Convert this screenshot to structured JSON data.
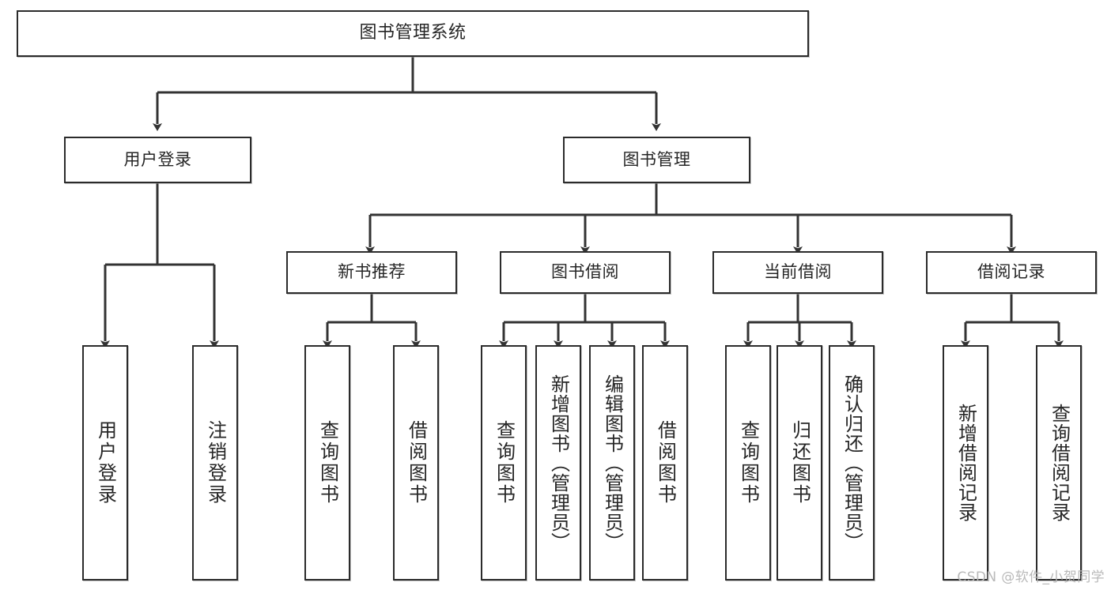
{
  "diagram": {
    "title": "图书管理系统",
    "type": "hierarchy-tree",
    "watermark": "CSDN @软件_小贺同学",
    "colors": {
      "box_border": "#2b2b2b",
      "box_fill": "#ffffff",
      "edge": "#333333",
      "text": "#262626",
      "watermark": "#b9b9b9",
      "background": "#ffffff"
    },
    "nodes": {
      "root": {
        "label": "图书管理系统"
      },
      "level2": [
        {
          "label": "用户登录"
        },
        {
          "label": "图书管理"
        }
      ],
      "level3": [
        {
          "label": "新书推荐"
        },
        {
          "label": "图书借阅"
        },
        {
          "label": "当前借阅"
        },
        {
          "label": "借阅记录"
        }
      ],
      "leaves": {
        "user_login": [
          {
            "label": "用户登录"
          },
          {
            "label": "注销登录"
          }
        ],
        "new_book_recommend": [
          {
            "label": "查询图书"
          },
          {
            "label": "借阅图书"
          }
        ],
        "book_borrow": [
          {
            "label": "查询图书"
          },
          {
            "label": "新增图书（管理员）"
          },
          {
            "label": "编辑图书（管理员）"
          },
          {
            "label": "借阅图书"
          }
        ],
        "current_borrow": [
          {
            "label": "查询图书"
          },
          {
            "label": "归还图书"
          },
          {
            "label": "确认归还（管理员）"
          }
        ],
        "borrow_record": [
          {
            "label": "新增借阅记录"
          },
          {
            "label": "查询借阅记录"
          }
        ]
      }
    }
  }
}
